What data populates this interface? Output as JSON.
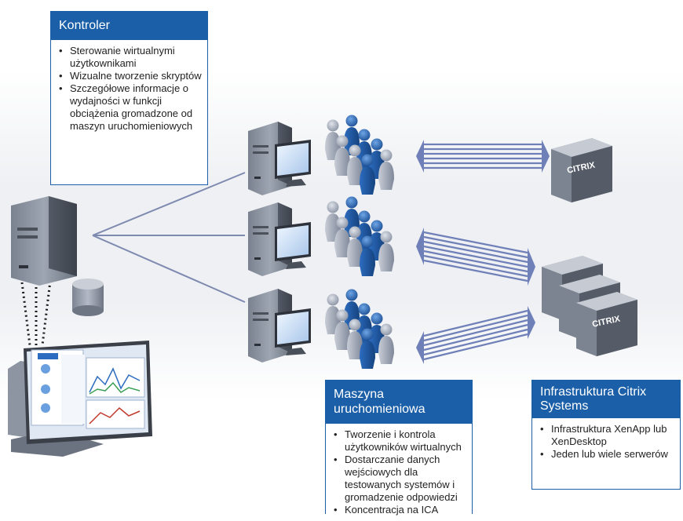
{
  "controller": {
    "title": "Kontroler",
    "bullets": [
      "Sterowanie wirtualnymi użytkownikami",
      "Wizualne tworzenie skryptów",
      "Szczegółowe informacje o wydajności w funkcji obciążenia gromadzone od maszyn uruchomieniowych"
    ]
  },
  "launcher": {
    "title": "Maszyna uruchomieniowa",
    "bullets": [
      "Tworzenie i kontrola użytkowników wirtualnych",
      "Dostarczanie danych wejściowych dla testowanych systemów i gromadzenie odpowiedzi",
      "Koncentracja na ICA"
    ]
  },
  "citrix": {
    "title": "Infrastruktura Citrix Systems",
    "bullets": [
      "Infrastruktura XenApp lub XenDesktop",
      "Jeden lub wiele serwerów"
    ]
  },
  "citrix_logo": "CITRIX",
  "colors": {
    "accent": "#1b5fa8",
    "user_blue": "#1d63b5",
    "user_gray": "#9aa3b4",
    "connector": "#6f7fb8"
  }
}
